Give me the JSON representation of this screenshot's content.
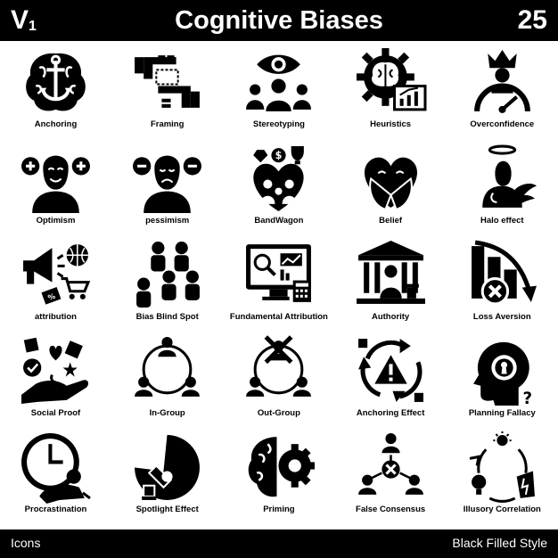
{
  "header": {
    "version": "V",
    "version_sub": "1",
    "title": "Cognitive Biases",
    "count": "25"
  },
  "icons": [
    {
      "label": "Anchoring",
      "icon": "brain-anchor-icon"
    },
    {
      "label": "Framing",
      "icon": "hands-frame-icon"
    },
    {
      "label": "Stereotyping",
      "icon": "eye-people-icon"
    },
    {
      "label": "Heuristics",
      "icon": "gear-brain-chart-icon"
    },
    {
      "label": "Overconfidence",
      "icon": "crown-gauge-icon"
    },
    {
      "label": "Optimism",
      "icon": "head-plus-icon"
    },
    {
      "label": "pessimism",
      "icon": "head-minus-icon"
    },
    {
      "label": "BandWagon",
      "icon": "family-rewards-icon"
    },
    {
      "label": "Belief",
      "icon": "heart-hands-icon"
    },
    {
      "label": "Halo effect",
      "icon": "angel-wing-icon"
    },
    {
      "label": "attribution",
      "icon": "megaphone-cart-icon"
    },
    {
      "label": "Bias Blind Spot",
      "icon": "people-group-icon"
    },
    {
      "label": "Fundamental Attribution",
      "icon": "monitor-analytics-icon"
    },
    {
      "label": "Authority",
      "icon": "courthouse-icon"
    },
    {
      "label": "Loss Aversion",
      "icon": "falling-chart-icon"
    },
    {
      "label": "Social Proof",
      "icon": "hand-reactions-icon"
    },
    {
      "label": "In-Group",
      "icon": "group-cycle-icon"
    },
    {
      "label": "Out-Group",
      "icon": "group-cycle-cross-icon"
    },
    {
      "label": "Anchoring Effect",
      "icon": "warning-cycle-icon"
    },
    {
      "label": "Planning Fallacy",
      "icon": "head-keyhole-icon"
    },
    {
      "label": "Procrastination",
      "icon": "clock-relax-icon"
    },
    {
      "label": "Spotlight Effect",
      "icon": "spotlight-icon"
    },
    {
      "label": "Priming",
      "icon": "brain-gear-icon"
    },
    {
      "label": "False Consensus",
      "icon": "network-cross-icon"
    },
    {
      "label": "Illusory Correlation",
      "icon": "cycle-ideas-icon"
    }
  ],
  "footer": {
    "left": "Icons",
    "right": "Black Filled Style"
  }
}
